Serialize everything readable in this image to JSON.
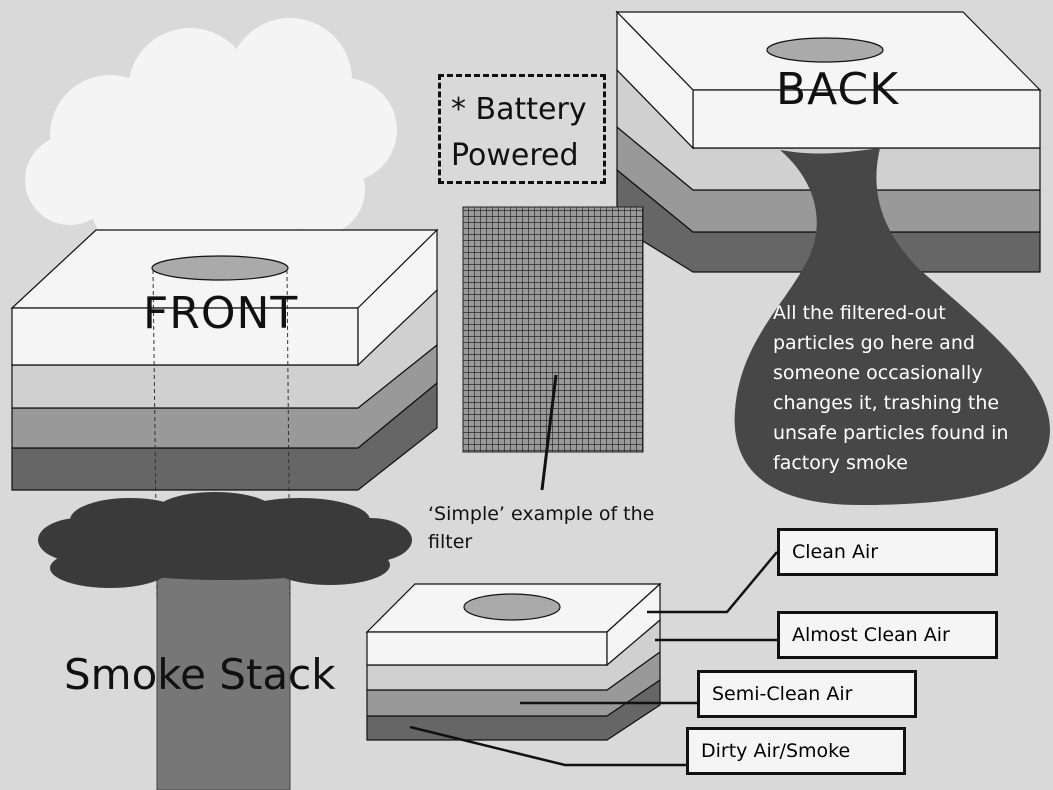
{
  "labels": {
    "front": "FRONT",
    "back": "BACK",
    "smoke_stack": "Smoke Stack",
    "battery_line1": "* Battery",
    "battery_line2": "Powered",
    "bag_note": "All the filtered-out particles go here and someone occasionally changes it, trashing the unsafe particles found in factory smoke",
    "filter_caption": "‘Simple’ example of the filter"
  },
  "layers": {
    "clean": "Clean Air",
    "almost_clean": "Almost Clean Air",
    "semi_clean": "Semi-Clean Air",
    "dirty": "Dirty Air/Smoke"
  },
  "colors": {
    "background": "#d9d9d9",
    "layer_top": "#f5f5f5",
    "layer_light": "#d0d0d0",
    "layer_mid": "#999999",
    "layer_dark": "#666666",
    "dark_smoke": "#3a3a3a",
    "bag": "#474747",
    "stack": "#777777"
  }
}
